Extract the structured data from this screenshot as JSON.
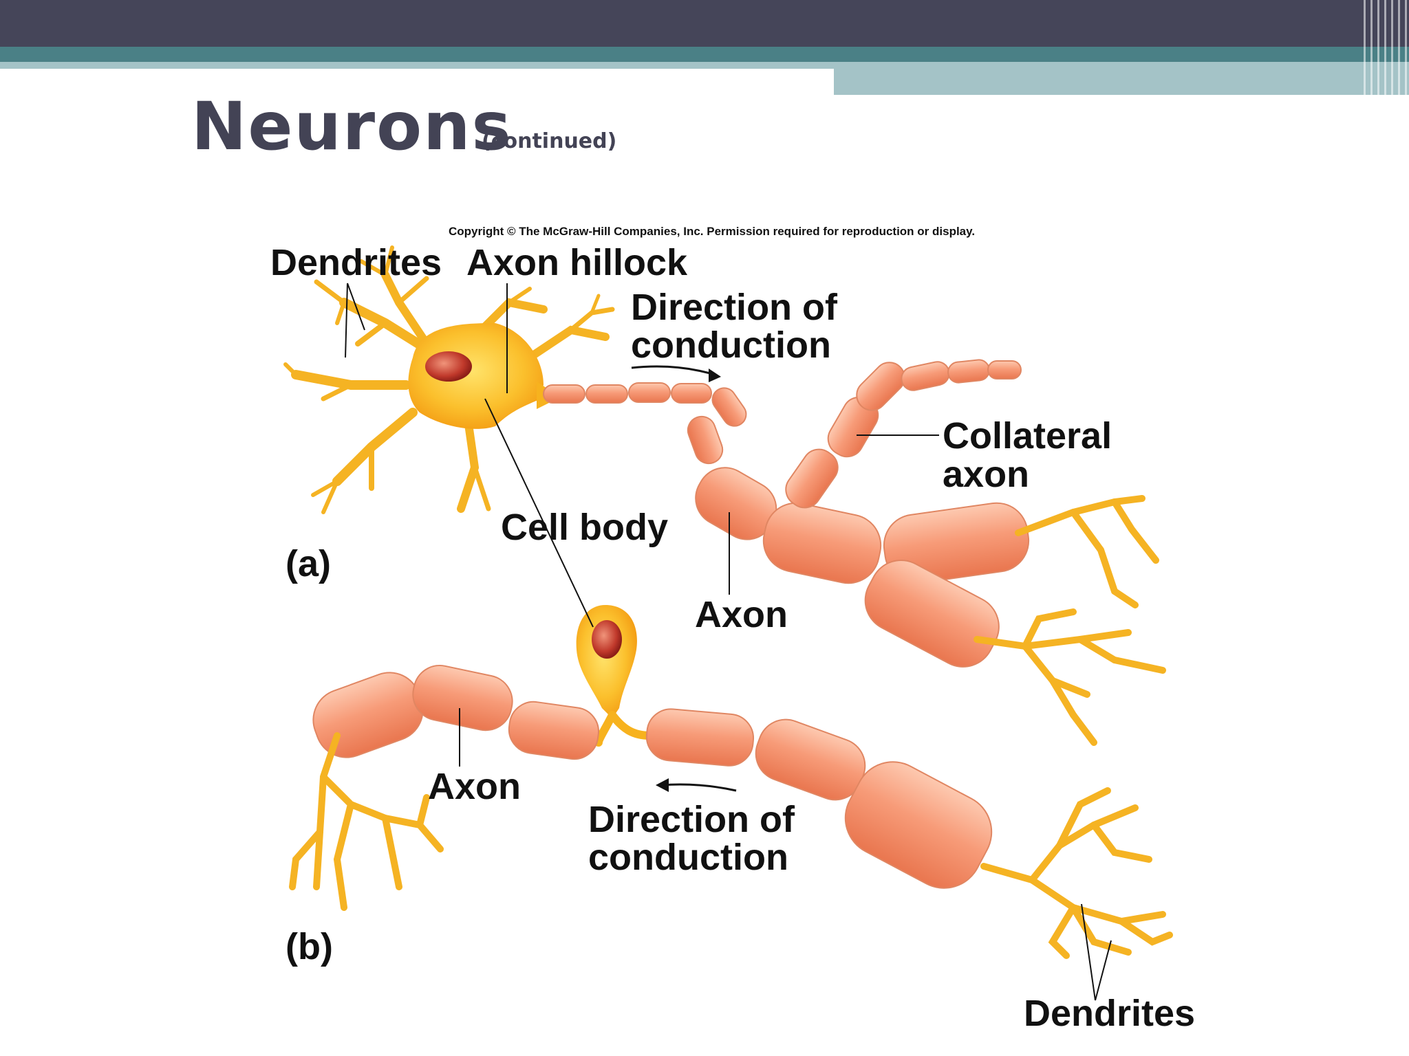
{
  "slide": {
    "title": "Neurons",
    "subtitle": "(continued)"
  },
  "figure": {
    "copyright": "Copyright © The McGraw-Hill Companies, Inc. Permission required for reproduction or display.",
    "panel_a": {
      "letter": "(a)",
      "dendrites": "Dendrites",
      "axon_hillock": "Axon hillock",
      "direction_line1": "Direction of",
      "direction_line2": "conduction",
      "collateral_line1": "Collateral",
      "collateral_line2": "axon",
      "cell_body": "Cell body",
      "axon": "Axon"
    },
    "panel_b": {
      "letter": "(b)",
      "axon": "Axon",
      "direction_line1": "Direction of",
      "direction_line2": "conduction",
      "dendrites": "Dendrites"
    }
  },
  "colors": {
    "header_dark": "#454559",
    "header_teal": "#4a8086",
    "header_light": "#a4c3c7",
    "title_text": "#434355",
    "cell_body": "#f7b21e",
    "myelin": "#f49a78"
  }
}
